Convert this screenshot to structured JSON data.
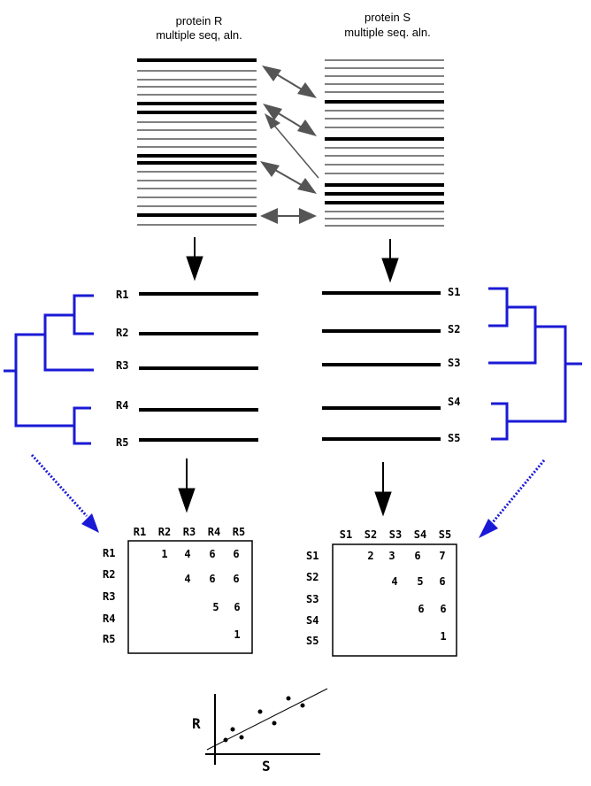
{
  "header": {
    "r_title_line1": "protein R",
    "r_title_line2": "multiple seq, aln.",
    "s_title_line1": "protein S",
    "s_title_line2": "multiple seq. aln."
  },
  "trees": {
    "r_labels": [
      "R1",
      "R2",
      "R3",
      "R4",
      "R5"
    ],
    "s_labels": [
      "S1",
      "S2",
      "S3",
      "S4",
      "S5"
    ]
  },
  "matrix_r": {
    "col_headers": [
      "R1",
      "R2",
      "R3",
      "R4",
      "R5"
    ],
    "row_headers": [
      "R1",
      "R2",
      "R3",
      "R4",
      "R5"
    ],
    "rows": [
      [
        "",
        "1",
        "4",
        "6",
        "6"
      ],
      [
        "",
        "",
        "4",
        "6",
        "6"
      ],
      [
        "",
        "",
        "",
        "5",
        "6"
      ],
      [
        "",
        "",
        "",
        "",
        "1"
      ],
      [
        "",
        "",
        "",
        "",
        ""
      ]
    ]
  },
  "matrix_s": {
    "col_headers": [
      "S1",
      "S2",
      "S3",
      "S4",
      "S5"
    ],
    "row_headers": [
      "S1",
      "S2",
      "S3",
      "S4",
      "S5"
    ],
    "rows": [
      [
        "",
        "2",
        "3",
        "6",
        "7"
      ],
      [
        "",
        "",
        "4",
        "5",
        "6"
      ],
      [
        "",
        "",
        "",
        "6",
        "6"
      ],
      [
        "",
        "",
        "",
        "",
        "1"
      ],
      [
        "",
        "",
        "",
        "",
        ""
      ]
    ]
  },
  "scatter": {
    "y_label": "R",
    "x_label": "S"
  },
  "colors": {
    "tree": "#1a1ad6",
    "ink": "#000000",
    "arrow_gray": "#555555"
  }
}
